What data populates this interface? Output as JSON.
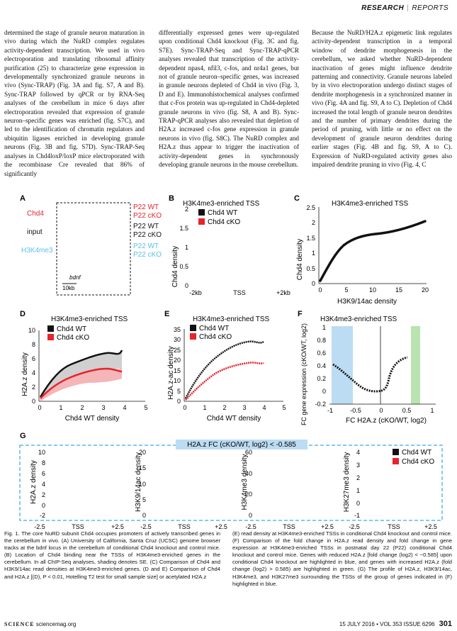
{
  "header": {
    "section": "RESEARCH",
    "subsection": "REPORTS"
  },
  "columns": [
    "determined the stage of granule neuron maturation in vivo during which the NuRD complex regulates activity-dependent transcription. We used in vivo electroporation and translating ribosomal affinity purification (25) to characterize gene expression in developmentally synchronized granule neurons in vivo (Sync-TRAP) (Fig. 3A and fig. S7, A and B). Sync-TRAP followed by qPCR or by RNA-Seq analyses of the cerebellum in mice 6 days after electroporation revealed that expression of granule neuron–specific genes was enriched (fig. S7C), and led to the identification of chromatin regulators and ubiquitin ligases enriched in developing granule neurons (Fig. 3B and fig. S7D). Sync-TRAP-Seq analyses in Chd4loxP/loxP mice electroporated with the recombinase Cre revealed that 86% of significantly",
    "differentially expressed genes were up-regulated upon conditional Chd4 knockout (Fig. 3C and fig. S7E). Sync-TRAP-Seq and Sync-TRAP-qPCR analyses revealed that transcription of the activity-dependent npas4, nfil3, c-fos, and nr4a1 genes, but not of granule neuron–specific genes, was increased in granule neurons depleted of Chd4 in vivo (Fig. 3, D and E). Immunohistochemical analyses confirmed that c-Fos protein was up-regulated in Chd4-depleted granule neurons in vivo (fig. S8, A and B). Sync-TRAP-qPCR analyses also revealed that depletion of H2A.z increased c-fos gene expression in granule neurons in vivo (fig. S8C). The NuRD complex and H2A.z thus appear to trigger the inactivation of activity-dependent genes in synchronously developing granule neurons in the mouse cerebellum.",
    "Because the NuRD/H2A.z epigenetic link regulates activity-dependent transcription in a temporal window of dendrite morphogenesis in the cerebellum, we asked whether NuRD-dependent inactivation of genes might influence dendrite patterning and connectivity. Granule neurons labeled by in vivo electroporation undergo distinct stages of dendrite morphogenesis in a synchronized manner in vivo (Fig. 4A and fig. S9, A to C). Depletion of Chd4 increased the total length of granule neuron dendrites and the number of primary dendrites during the period of pruning, with little or no effect on the development of granule neuron dendrites during earlier stages (Fig. 4B and fig. S9, A to C). Expression of NuRD-regulated activity genes also impaired dendrite pruning in vivo (Fig. 4, C"
  ],
  "figure": {
    "panelA": {
      "letter": "A",
      "row_labels": [
        "Chd4",
        "input",
        "H3K4me3"
      ],
      "track_labels": [
        "P22 WT",
        "P22 cKO",
        "P22 WT",
        "P22 cKO",
        "P22 WT",
        "P22 cKO"
      ],
      "gene": "bdnf",
      "scale": "10kb",
      "colors": {
        "chd4": "#e8232b",
        "input": "#111111",
        "h3k4me3": "#5bc0e8"
      }
    },
    "panels": {
      "B": {
        "letter": "B",
        "title": "H3K4me3-enriched TSS",
        "ylabel": "Chd4 density",
        "yticks": [
          "0",
          "0.5",
          "1",
          "1.5",
          "2"
        ],
        "xticks": [
          "-2kb",
          "TSS",
          "+2kb"
        ]
      },
      "C": {
        "letter": "C",
        "title": "H3K4me3-enriched TSS",
        "ylabel": "Chd4 density",
        "xlabel": "H3K9/14ac density",
        "yticks": [
          "0",
          "0.5",
          "1",
          "1.5",
          "2",
          "2.5"
        ],
        "xticks": [
          "0",
          "5",
          "10",
          "15",
          "20"
        ]
      },
      "D": {
        "letter": "D",
        "title": "H3K4me3-enriched TSS",
        "ylabel": "H2A.z density",
        "xlabel": "Chd4 WT density",
        "yticks": [
          "0",
          "2",
          "4",
          "6",
          "8",
          "10"
        ],
        "xticks": [
          "0",
          "1",
          "2",
          "3",
          "4",
          "5"
        ]
      },
      "E": {
        "letter": "E",
        "title": "H3K4me3-enriched TSS",
        "ylabel": "H2A.z-ac density",
        "xlabel": "Chd4 WT density",
        "yticks": [
          "0",
          "5",
          "10",
          "15",
          "20",
          "25",
          "30",
          "35"
        ],
        "xticks": [
          "0",
          "1",
          "2",
          "3",
          "4",
          "5"
        ]
      },
      "F": {
        "letter": "F",
        "title": "H3K4me3-enriched TSS",
        "ylabel": "FC gene expression (cKO/WT, log2)",
        "xlabel": "FC H2A.z (cKO/WT, log2)",
        "yticks": [
          "-0.2",
          "0",
          "0.2",
          "0.4",
          "0.6",
          "0.8",
          "1"
        ],
        "xticks": [
          "-1",
          "-0.5",
          "0",
          "0.5",
          "1"
        ]
      },
      "G": {
        "letter": "G",
        "banner": "H2A.z FC (cKO/WT, log2) < -0.585",
        "subplots": [
          {
            "ylabel": "H2A.z density",
            "yticks": [
              "-2",
              "0",
              "2",
              "4",
              "6",
              "8",
              "10"
            ]
          },
          {
            "ylabel": "H3K9/14ac density",
            "yticks": [
              "0",
              "5",
              "10",
              "15",
              "20"
            ]
          },
          {
            "ylabel": "H3K4me3 density",
            "yticks": [
              "0",
              "20",
              "40",
              "60"
            ]
          },
          {
            "ylabel": "H3K27me3 density",
            "yticks": [
              "-1",
              "0",
              "1",
              "2",
              "3",
              "4"
            ]
          }
        ],
        "xticks": [
          "-2.5",
          "TSS",
          "+2.5"
        ]
      }
    },
    "legend": {
      "wt": "Chd4 WT",
      "cko": "Chd4 cKO"
    },
    "colors": {
      "wt": "#111111",
      "cko": "#e8232b",
      "blue_band": "#bcdcf3",
      "green_band": "#b9e3b0",
      "banner": "#5bb8e8"
    }
  },
  "caption": {
    "col1": "Fig. 1. The core NuRD subunit Chd4 occupies promoters of actively transcribed genes in the cerebellum in vivo. (A) University of California, Santa Cruz (UCSC) genome browser tracks at the bdnf locus in the cerebellum of conditional Chd4 knockout and control mice. (B) Location of Chd4 binding near the TSSs of H3K4me3-enriched genes in the cerebellum. In all ChIP-Seq analyses, shading denotes SE. (C) Comparison of Chd4 and H3K9/14ac read densities at H3K4me3-enriched genes. (D and E) Comparison of Chd4 and H2A.z [(D), P < 0.01, Hotelling T2 test for small sample size] or acetylated H2A.z",
    "col2": "(E) read density at H3K4me3-enriched TSSs in conditional Chd4 knockout and control mice. (F) Comparison of the fold change in H2A.z read density and fold change in gene expression at H3K4me3-enriched TSSs in postnatal day 22 (P22) conditional Chd4 knockout and control mice. Genes with reduced H2A.z [fold change (log2) < −0.585] upon conditional Chd4 knockout are highlighted in blue, and genes with increased H2A.z (fold change (log2) > 0.585) are highlighted in green. (G) The profile of H2A.z, H3K9/14ac, H3K4me3, and H3K27me3 surrounding the TSSs of the group of genes indicated in (F) highlighted in blue."
  },
  "footer": {
    "journal": "SCIENCE",
    "site": "sciencemag.org",
    "issue": "15 JULY 2016 • VOL 353 ISSUE 6296",
    "page": "301"
  }
}
